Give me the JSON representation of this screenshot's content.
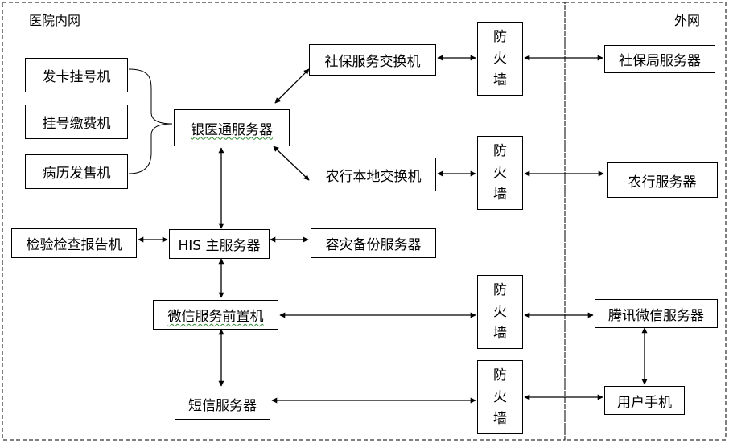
{
  "zones": {
    "intranet": "医院内网",
    "internet": "外网"
  },
  "nodes": {
    "card_issuer": "发卡挂号机",
    "reg_pay": "挂号缴费机",
    "record_sell": "病历发售机",
    "bank_med": "银医通服务器",
    "social_switch": "社保服务交换机",
    "abc_switch": "农行本地交换机",
    "his": "HIS 主服务器",
    "disaster": "容灾备份服务器",
    "lab_report": "检验检查报告机",
    "wechat_front": "微信服务前置机",
    "sms": "短信服务器",
    "social_bureau": "社保局服务器",
    "abc_server": "农行服务器",
    "tencent_wechat": "腾讯微信服务器",
    "user_phone": "用户手机"
  },
  "firewall": {
    "line1": "防",
    "line2": "火",
    "line3": "墙"
  }
}
